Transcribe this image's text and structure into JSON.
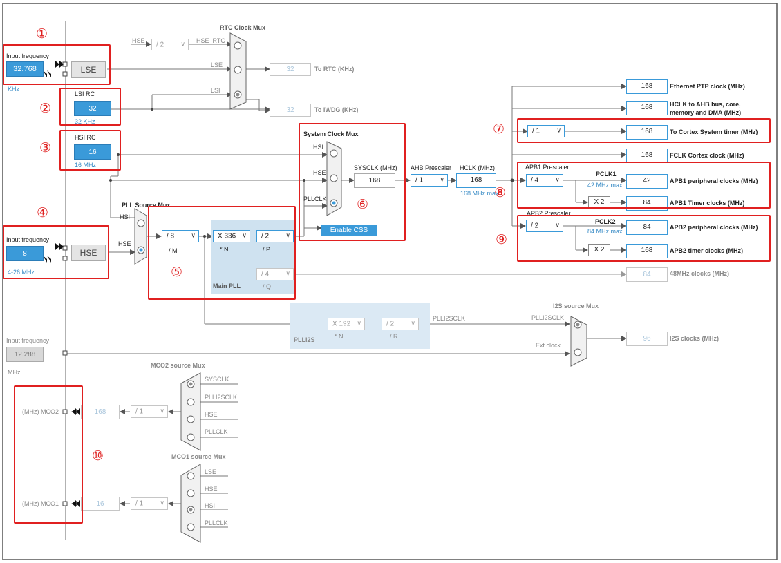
{
  "rtc_mux": {
    "title": "RTC Clock Mux",
    "in_hse": "HSE",
    "in_hse_rtc": "HSE_RTC",
    "in_lse": "LSE",
    "in_lsi": "LSI",
    "div": "/ 2",
    "rtc_value": "32",
    "rtc_label": "To RTC (KHz)",
    "iwdg_value": "32",
    "iwdg_label": "To IWDG (KHz)"
  },
  "lse": {
    "input_label": "Input frequency",
    "value": "32.768",
    "unit": "KHz",
    "name": "LSE"
  },
  "lsi": {
    "title": "LSI RC",
    "value": "32",
    "unit": "32 KHz"
  },
  "hsi": {
    "title": "HSI RC",
    "value": "16",
    "unit": "16 MHz"
  },
  "hse": {
    "input_label": "Input frequency",
    "value": "8",
    "range": "4-26 MHz",
    "name": "HSE"
  },
  "pll_mux": {
    "title": "PLL Source Mux",
    "hsi": "HSI",
    "hse": "HSE"
  },
  "main_pll": {
    "title": "Main PLL",
    "m": "/ 8",
    "m_label": "/ M",
    "n": "X 336",
    "n_label": "* N",
    "p": "/ 2",
    "p_label": "/ P",
    "q": "/ 4",
    "q_label": "/ Q"
  },
  "sys_mux": {
    "title": "System Clock Mux",
    "hsi": "HSI",
    "hse": "HSE",
    "pllclk": "PLLCLK",
    "css_button": "Enable CSS"
  },
  "sysclk": {
    "label": "SYSCLK (MHz)",
    "value": "168"
  },
  "ahb": {
    "label": "AHB Prescaler",
    "value": "/ 1"
  },
  "hclk": {
    "label": "HCLK (MHz)",
    "value": "168",
    "max": "168 MHz max"
  },
  "outputs": {
    "eth": {
      "value": "168",
      "label": "Ethernet PTP clock (MHz)"
    },
    "hclk_bus": {
      "value": "168",
      "label1": "HCLK to AHB bus, core,",
      "label2": "memory and DMA (MHz)"
    },
    "cortex_div": "/ 1",
    "cortex": {
      "value": "168",
      "label": "To Cortex System timer (MHz)"
    },
    "fclk": {
      "value": "168",
      "label": "FCLK Cortex clock (MHz)"
    },
    "usb48": {
      "value": "84",
      "label": "48MHz clocks (MHz)"
    },
    "i2s": {
      "value": "96",
      "label": "I2S clocks (MHz)"
    }
  },
  "apb1": {
    "title": "APB1 Prescaler",
    "div": "/ 4",
    "pclk": "PCLK1",
    "max": "42 MHz max",
    "periph_value": "42",
    "periph_label": "APB1 peripheral clocks (MHz)",
    "mult": "X 2",
    "timer_value": "84",
    "timer_label": "APB1 Timer clocks (MHz)"
  },
  "apb2": {
    "title": "APB2 Prescaler",
    "div": "/ 2",
    "pclk": "PCLK2",
    "max": "84 MHz max",
    "periph_value": "84",
    "periph_label": "APB2 peripheral clocks (MHz)",
    "mult": "X 2",
    "timer_value": "168",
    "timer_label": "APB2 timer clocks (MHz)"
  },
  "plli2s": {
    "title": "PLLI2S",
    "n": "X 192",
    "n_label": "* N",
    "r": "/ 2",
    "r_label": "/ R",
    "out": "PLLI2SCLK"
  },
  "i2s_mux": {
    "title": "I2S source Mux",
    "in1": "PLLI2SCLK",
    "in2": "Ext.clock"
  },
  "ext_input": {
    "label": "Input frequency",
    "value": "12.288",
    "unit": "MHz"
  },
  "mco2": {
    "mux_title": "MCO2 source Mux",
    "sources": [
      "SYSCLK",
      "PLLI2SCLK",
      "HSE",
      "PLLCLK"
    ],
    "div": "/ 1",
    "value": "168",
    "label": "(MHz) MCO2"
  },
  "mco1": {
    "mux_title": "MCO1 source Mux",
    "sources": [
      "LSE",
      "HSE",
      "HSI",
      "PLLCLK"
    ],
    "div": "/ 1",
    "value": "16",
    "label": "(MHz) MCO1"
  },
  "markers": [
    "①",
    "②",
    "③",
    "④",
    "⑤",
    "⑥",
    "⑦",
    "⑧",
    "⑨",
    "⑩"
  ],
  "colors": {
    "accent": "#3a9ad9",
    "highlight": "#e02020",
    "region": "#cfe2f0"
  }
}
